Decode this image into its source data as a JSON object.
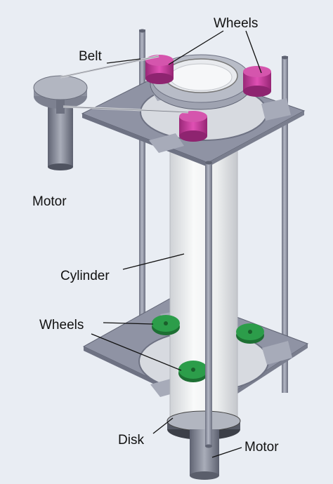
{
  "labels": {
    "wheels_top": "Wheels",
    "belt": "Belt",
    "motor_top": "Motor",
    "cylinder": "Cylinder",
    "wheels_bottom": "Wheels",
    "disk": "Disk",
    "motor_bottom": "Motor"
  },
  "colors": {
    "background": "#e9edf3",
    "plate": "#8f93a4",
    "plate_edge": "#6e7283",
    "rod": "#9599a9",
    "cylinder": "#f4f5f6",
    "wheel_top": "#c53c9c",
    "wheel_bottom": "#2c9d4a",
    "motor": "#868b99",
    "line": "#111111"
  }
}
